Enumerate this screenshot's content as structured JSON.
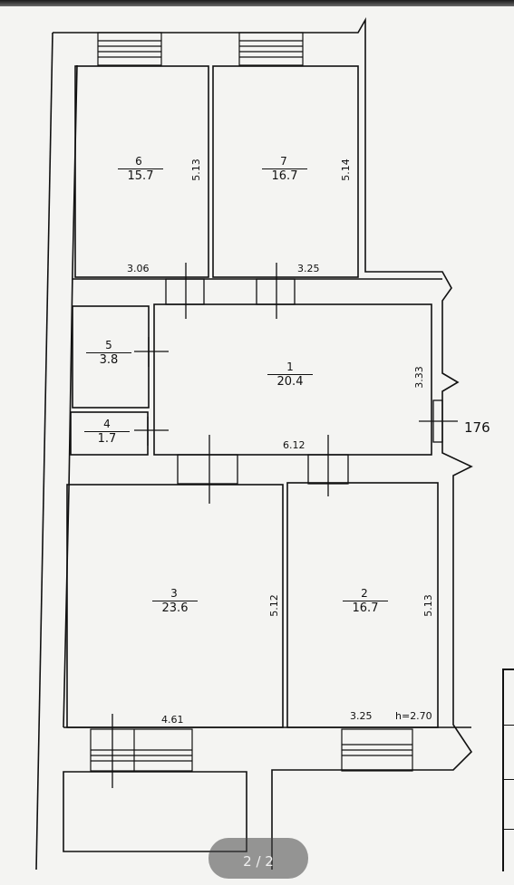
{
  "rooms": [
    {
      "number": "1",
      "area": "20.4"
    },
    {
      "number": "2",
      "area": "16.7"
    },
    {
      "number": "3",
      "area": "23.6"
    },
    {
      "number": "4",
      "area": "1.7"
    },
    {
      "number": "5",
      "area": "3.8"
    },
    {
      "number": "6",
      "area": "15.7"
    },
    {
      "number": "7",
      "area": "16.7"
    }
  ],
  "dimensions": {
    "room6_width": "3.06",
    "room6_length": "5.13",
    "room7_width": "3.25",
    "room7_length": "5.14",
    "room1_width": "6.12",
    "room1_length": "3.33",
    "room3_width": "4.61",
    "room3_length": "5.12",
    "room2_width": "3.25",
    "room2_length": "5.13",
    "ceiling_height": "h=2.70"
  },
  "external_label": "176",
  "page_indicator": "2 / 2"
}
